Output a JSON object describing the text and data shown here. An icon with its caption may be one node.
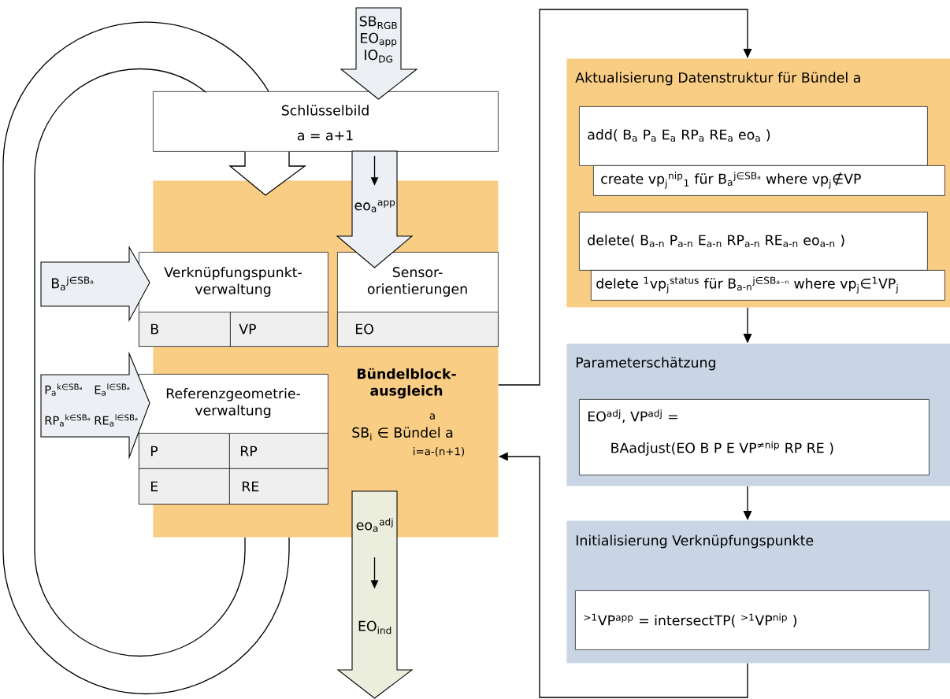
{
  "diagram": {
    "nodes": [
      {
        "text": [
          "SB$_{RGB}$ EO$_{app}$ IO$_{DG}$"
        ]
      },
      {
        "text": [
          "Schlüsselbild",
          "a = a+1"
        ]
      },
      {
        "text": [
          "eo$_{a}$$^{app}$"
        ]
      },
      {
        "text": [
          "Bündelblock- ausgleich",
          "a",
          "SB$_{i}$ ∈ Bündel a",
          "i=a-(n+1)"
        ]
      },
      {
        "text": [
          "B$_{a}$$^{j∈SBₐ}$"
        ]
      },
      {
        "text": [
          "Verknüpfungspunkt- verwaltung"
        ]
      },
      {
        "text": [
          "B"
        ],
        "in": 5
      },
      {
        "text": [
          "VP"
        ],
        "in": 5
      },
      {
        "text": [
          "Sensor- orientierungen"
        ],
        "in": 3
      },
      {
        "text": [
          "EO"
        ],
        "in": 8
      },
      {
        "text": [
          "P$_{a}$$^{k∈SBₐ}$",
          "E$_{a}$$^{l∈SBₐ}$",
          "RP$_{a}$$^{k∈SBₐ}$",
          "RE$_{a}$$^{l∈SBₐ}$"
        ]
      },
      {
        "text": [
          "Referenzgeometrie- verwaltung"
        ]
      },
      {
        "text": [
          "P"
        ],
        "in": 11
      },
      {
        "text": [
          "RP"
        ],
        "in": 11
      },
      {
        "text": [
          "E"
        ],
        "in": 11
      },
      {
        "text": [
          "RE"
        ],
        "in": 11
      },
      {
        "text": [
          "eo$_{a}$$^{adj}$",
          "EO$_{ind}$"
        ]
      },
      {
        "text": [
          "Aktualisierung Datenstruktur für Bündel a"
        ]
      },
      {
        "text": [
          "add( B$_{a}$ P$_{a}$ E$_{a}$ RP$_{a}$ RE$_{a}$ eo$_{a}$ )"
        ],
        "in": 17
      },
      {
        "text": [
          "create vp$_{j}$$^{nip}$$_{1}$ für B$_{a}$$^{j∈SBₐ}$ where vp$_{j}$∉VP"
        ],
        "in": 17
      },
      {
        "text": [
          "delete( B$_{a-n}$ P$_{a-n}$ E$_{a-n}$ RP$_{a-n}$ RE$_{a-n}$ eo$_{a-n}$ )"
        ],
        "in": 17
      },
      {
        "text": [
          "delete $^{1}$vp$_{j}$$^{status}$ für B$_{a-n}$$^{j∈SBₐ₋ₙ}$ where vp$_{j}$∈$^{1}$VP$_{j}$"
        ],
        "in": 17
      },
      {
        "text": [
          "Parameterschätzung"
        ]
      },
      {
        "text": [
          "EO$^{adj}$, VP$^{adj}$ = BAadjust(EO B P E VP$^{≠nip}$ RP RE )"
        ],
        "in": 22
      },
      {
        "text": [
          "Initialisierung Verknüpfungspunkte"
        ]
      },
      {
        "text": [
          "$^{>1}$VP$^{app}$ = intersectTP( $^{>1}$VP$^{nip}$ )"
        ],
        "in": 24
      }
    ],
    "edges": [
      {
        "from": 3,
        "to": 1,
        "arrow": "none"
      },
      {
        "from": 3,
        "to": 1,
        "arrow": "none"
      },
      {
        "from": 1,
        "to": 3,
        "arrow": "to"
      },
      {
        "from": 3,
        "to": 17,
        "arrow": "to"
      },
      {
        "from": 17,
        "to": 22,
        "arrow": "to"
      },
      {
        "from": 22,
        "to": 24,
        "arrow": "to"
      },
      {
        "from": 24,
        "to": 3,
        "arrow": "to"
      }
    ]
  }
}
